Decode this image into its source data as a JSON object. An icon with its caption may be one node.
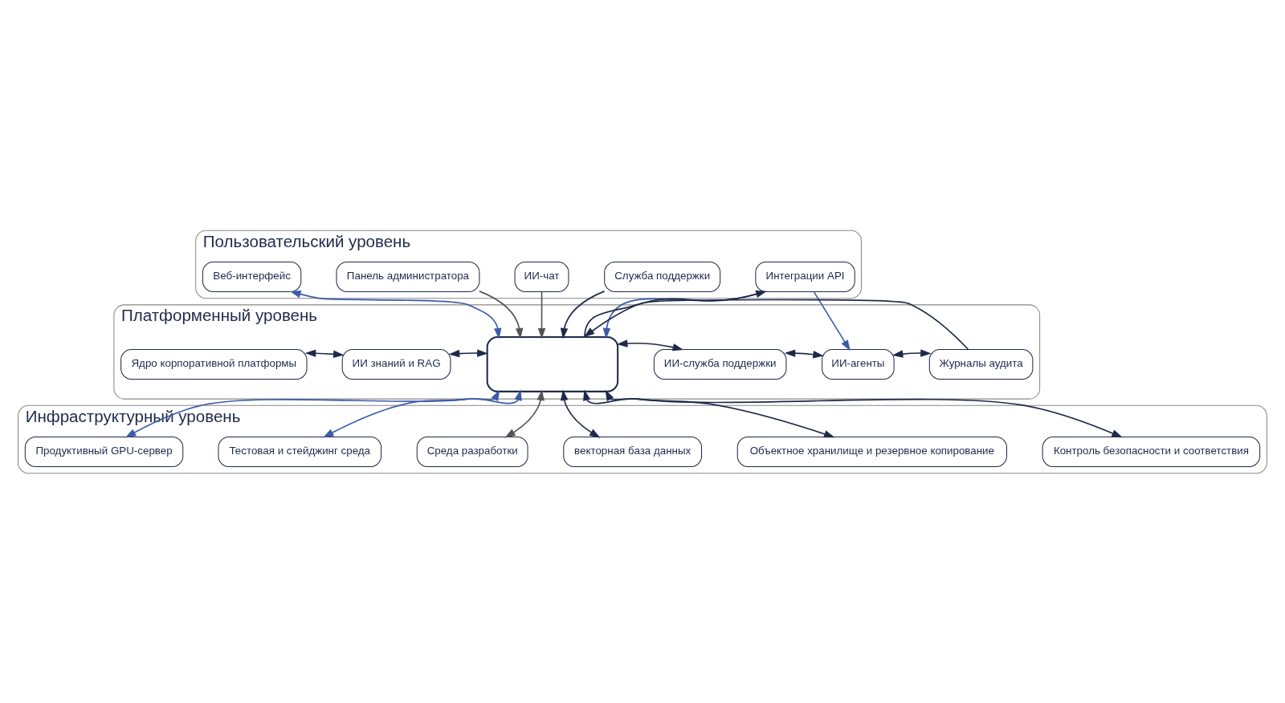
{
  "diagram": {
    "nodes": [
      {
        "text": [
          "Пользовательский уровень"
        ]
      },
      {
        "text": [
          "Веб-интерфейс"
        ],
        "in": 0
      },
      {
        "text": [
          "Панель администратора"
        ],
        "in": 0
      },
      {
        "text": [
          "ИИ-чат"
        ],
        "in": 0
      },
      {
        "text": [
          "Служба поддержки"
        ],
        "in": 0
      },
      {
        "text": [
          "Интеграции API"
        ],
        "in": 0
      },
      {
        "text": [
          "Платформенный уровень"
        ]
      },
      {
        "text": [
          "Ядро корпоративной платформы"
        ],
        "in": 6
      },
      {
        "text": [
          "ИИ знаний и RAG"
        ],
        "in": 6
      },
      {
        "text": [],
        "shape": "box",
        "in": 6
      },
      {
        "text": [
          "ИИ-служба поддержки"
        ],
        "in": 6
      },
      {
        "text": [
          "ИИ-агенты"
        ],
        "in": 6
      },
      {
        "text": [
          "Журналы аудита"
        ],
        "in": 6
      },
      {
        "text": [
          "Инфраструктурный уровень"
        ]
      },
      {
        "text": [
          "Продуктивный GPU-сервер"
        ],
        "in": 13
      },
      {
        "text": [
          "Тестовая и стейджинг среда"
        ],
        "in": 13
      },
      {
        "text": [
          "Среда разработки"
        ],
        "in": 13
      },
      {
        "text": [
          "векторная база данных"
        ],
        "in": 13
      },
      {
        "text": [
          "Объектное хранилище и резервное копирование"
        ],
        "in": 13
      },
      {
        "text": [
          "Контроль безопасности и соответствия"
        ],
        "in": 13
      }
    ],
    "edges": [
      {
        "from": 9,
        "to": 1,
        "arrow": "both",
        "color": "#3b5ba9"
      },
      {
        "from": 2,
        "to": 9,
        "arrow": "to",
        "color": "#555555"
      },
      {
        "from": 3,
        "to": 9,
        "arrow": "to",
        "color": "#555555"
      },
      {
        "from": 4,
        "to": 9,
        "arrow": "to"
      },
      {
        "from": 9,
        "to": 5,
        "arrow": "to"
      },
      {
        "from": 5,
        "to": 9,
        "arrow": "to",
        "color": "#3b5ba9"
      },
      {
        "from": 5,
        "to": 11,
        "arrow": "to",
        "color": "#3b5ba9"
      },
      {
        "from": 12,
        "to": 9,
        "arrow": "to"
      },
      {
        "from": 7,
        "to": 8,
        "arrow": "both"
      },
      {
        "from": 8,
        "to": 9,
        "arrow": "both"
      },
      {
        "from": 9,
        "to": 10,
        "arrow": "both"
      },
      {
        "from": 10,
        "to": 11,
        "arrow": "both"
      },
      {
        "from": 11,
        "to": 12,
        "arrow": "both"
      },
      {
        "from": 9,
        "to": 14,
        "arrow": "both",
        "color": "#3b5ba9"
      },
      {
        "from": 9,
        "to": 15,
        "arrow": "both",
        "color": "#3b5ba9"
      },
      {
        "from": 9,
        "to": 16,
        "arrow": "both",
        "color": "#555555"
      },
      {
        "from": 9,
        "to": 17,
        "arrow": "both"
      },
      {
        "from": 9,
        "to": 18,
        "arrow": "both"
      },
      {
        "from": 9,
        "to": 19,
        "arrow": "both"
      }
    ]
  }
}
